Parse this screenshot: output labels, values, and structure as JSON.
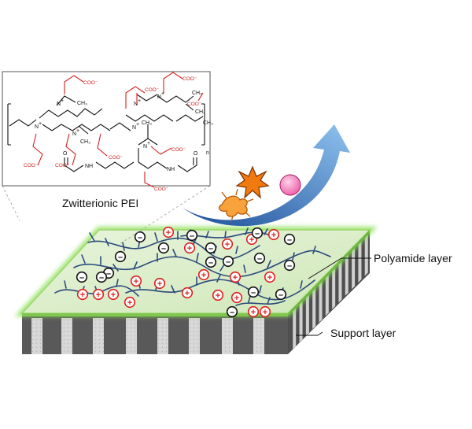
{
  "structure": {
    "caption": "Zwitterionic PEI",
    "repeat_subscript": "n",
    "cation_label": "N",
    "cation_charge": "+",
    "methyl_label": "CH₃",
    "carboxylate_label": "COO⁻",
    "amide_nh_label": "NH",
    "amide_o_label": "O"
  },
  "layers": {
    "polyamide_label": "Polyamide layer",
    "support_label": "Support layer"
  },
  "charges": {
    "positive_symbol": "+",
    "negative_symbol": "–"
  },
  "colors": {
    "membrane_top": "#d9ecc8",
    "membrane_glow": "#9be36a",
    "support_dark": "#5d5d5d",
    "support_light": "#d4d4d4",
    "chain": "#2c4a7c",
    "positive_ring": "#e02020",
    "negative_ring": "#111111",
    "arrow": "#3a7cc6",
    "foulant_star": "#f07a10",
    "foulant_sphere": "#f06ab0",
    "structure_red": "#d42020"
  }
}
